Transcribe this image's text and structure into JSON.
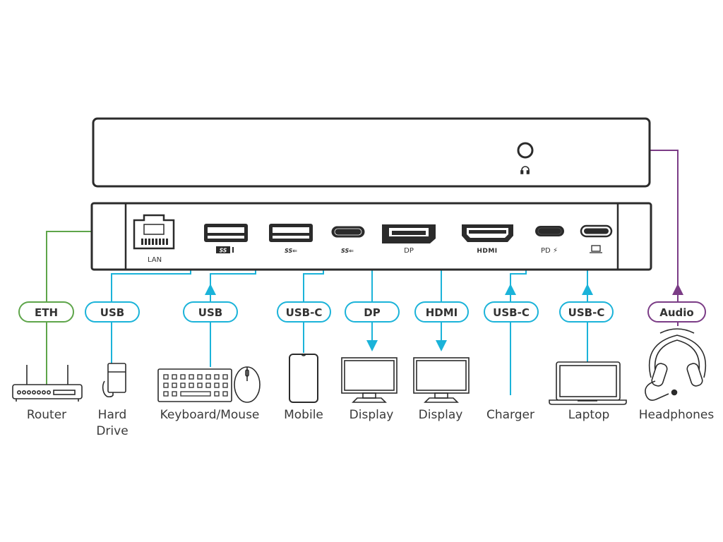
{
  "colors": {
    "usb": "#1bb3d9",
    "eth": "#5ea54a",
    "audio": "#7b3c86",
    "outline": "#2b2b2b"
  },
  "front_panel": {
    "port_icon": "headphone-icon"
  },
  "rear_panel": {
    "ports": [
      {
        "id": "lan",
        "label": "LAN"
      },
      {
        "id": "usb-a-1",
        "label": "SS"
      },
      {
        "id": "usb-a-2",
        "label": "SS"
      },
      {
        "id": "usb-c-1",
        "label": "SS"
      },
      {
        "id": "dp",
        "label": "DP"
      },
      {
        "id": "hdmi",
        "label": "HDMI"
      },
      {
        "id": "usb-c-pd",
        "label": "PD ⚡"
      },
      {
        "id": "usb-c-host",
        "label": "laptop-icon"
      }
    ]
  },
  "connections": [
    {
      "id": "eth",
      "pill": "ETH",
      "device": "Router",
      "device2": "",
      "color": "eth",
      "direction": "none"
    },
    {
      "id": "usb1",
      "pill": "USB",
      "device": "Hard",
      "device2": "Drive",
      "color": "usb",
      "direction": "none"
    },
    {
      "id": "usb2",
      "pill": "USB",
      "device": "Keyboard/Mouse",
      "device2": "",
      "color": "usb",
      "direction": "up"
    },
    {
      "id": "usbc1",
      "pill": "USB-C",
      "device": "Mobile",
      "device2": "",
      "color": "usb",
      "direction": "none"
    },
    {
      "id": "dp",
      "pill": "DP",
      "device": "Display",
      "device2": "",
      "color": "usb",
      "direction": "down"
    },
    {
      "id": "hdmi",
      "pill": "HDMI",
      "device": "Display",
      "device2": "",
      "color": "usb",
      "direction": "down"
    },
    {
      "id": "usbc2",
      "pill": "USB-C",
      "device": "Charger",
      "device2": "",
      "color": "usb",
      "direction": "up"
    },
    {
      "id": "usbc3",
      "pill": "USB-C",
      "device": "Laptop",
      "device2": "",
      "color": "usb",
      "direction": "up"
    },
    {
      "id": "audio",
      "pill": "Audio",
      "device": "Headphones",
      "device2": "",
      "color": "audio",
      "direction": "up"
    }
  ]
}
